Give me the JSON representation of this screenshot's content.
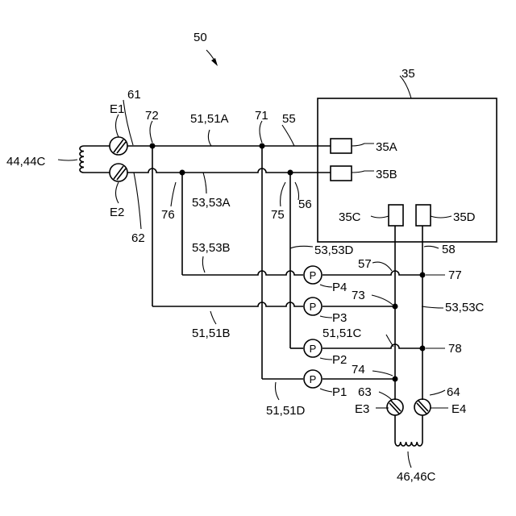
{
  "labels": {
    "system": "50",
    "ecu": "35",
    "port_35a": "35A",
    "port_35b": "35B",
    "port_35c": "35C",
    "port_35d": "35D",
    "coil_left": "44,44C",
    "coil_bottom": "46,46C",
    "e1": "E1",
    "e2": "E2",
    "e3": "E3",
    "e4": "E4",
    "n61": "61",
    "n62": "62",
    "n63": "63",
    "n64": "64",
    "n72": "72",
    "n71": "71",
    "n55": "55",
    "n56": "56",
    "n57": "57",
    "n58": "58",
    "n73": "73",
    "n74": "74",
    "n75": "75",
    "n76": "76",
    "n77": "77",
    "n78": "78",
    "w51_51a": "51,51A",
    "w53_53a": "53,53A",
    "w53_53b": "53,53B",
    "w53_53d": "53,53D",
    "w51_51b": "51,51B",
    "w51_51c": "51,51C",
    "w53_53c": "53,53C",
    "w51_51d": "51,51D",
    "p_letter": "P",
    "p1": "P1",
    "p2": "P2",
    "p3": "P3",
    "p4": "P4"
  }
}
